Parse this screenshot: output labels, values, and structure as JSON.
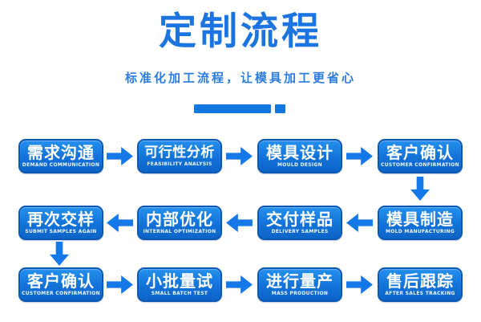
{
  "title": "定制流程",
  "subtitle": "标准化加工流程，让模具加工更省心",
  "colors": {
    "accent_blue": "#1377e0",
    "title_blue": "#1b74e0",
    "box_border": "#0b58b4",
    "box_fill": "#1272d8",
    "arrow_blue": "#1478e8",
    "text_white": "#ffffff"
  },
  "rows": [
    {
      "direction": "right",
      "steps": [
        {
          "zh": "需求沟通",
          "en": "DEMAND COMMUNICATION"
        },
        {
          "zh": "可行性分析",
          "en": "FEASIBILITY ANALYSIS"
        },
        {
          "zh": "模具设计",
          "en": "MOULD DESIGN"
        },
        {
          "zh": "客户确认",
          "en": "CUSTOMER CONFIRMATION"
        }
      ]
    },
    {
      "direction": "left",
      "steps": [
        {
          "zh": "再次交样",
          "en": "SUBMIT SAMPLES AGAIN"
        },
        {
          "zh": "内部优化",
          "en": "INTERNAL OPTIMIZATION"
        },
        {
          "zh": "交付样品",
          "en": "DELIVERY SAMPLES"
        },
        {
          "zh": "模具制造",
          "en": "MOLD MANUFACTURING"
        }
      ]
    },
    {
      "direction": "right",
      "steps": [
        {
          "zh": "客户确认",
          "en": "CUSTOMER CONFIRMATION"
        },
        {
          "zh": "小批量试",
          "en": "SMALL BATCH TEST"
        },
        {
          "zh": "进行量产",
          "en": "MASS PRODUCTION"
        },
        {
          "zh": "售后跟踪",
          "en": "AFTER SALES TRACKING"
        }
      ]
    }
  ]
}
